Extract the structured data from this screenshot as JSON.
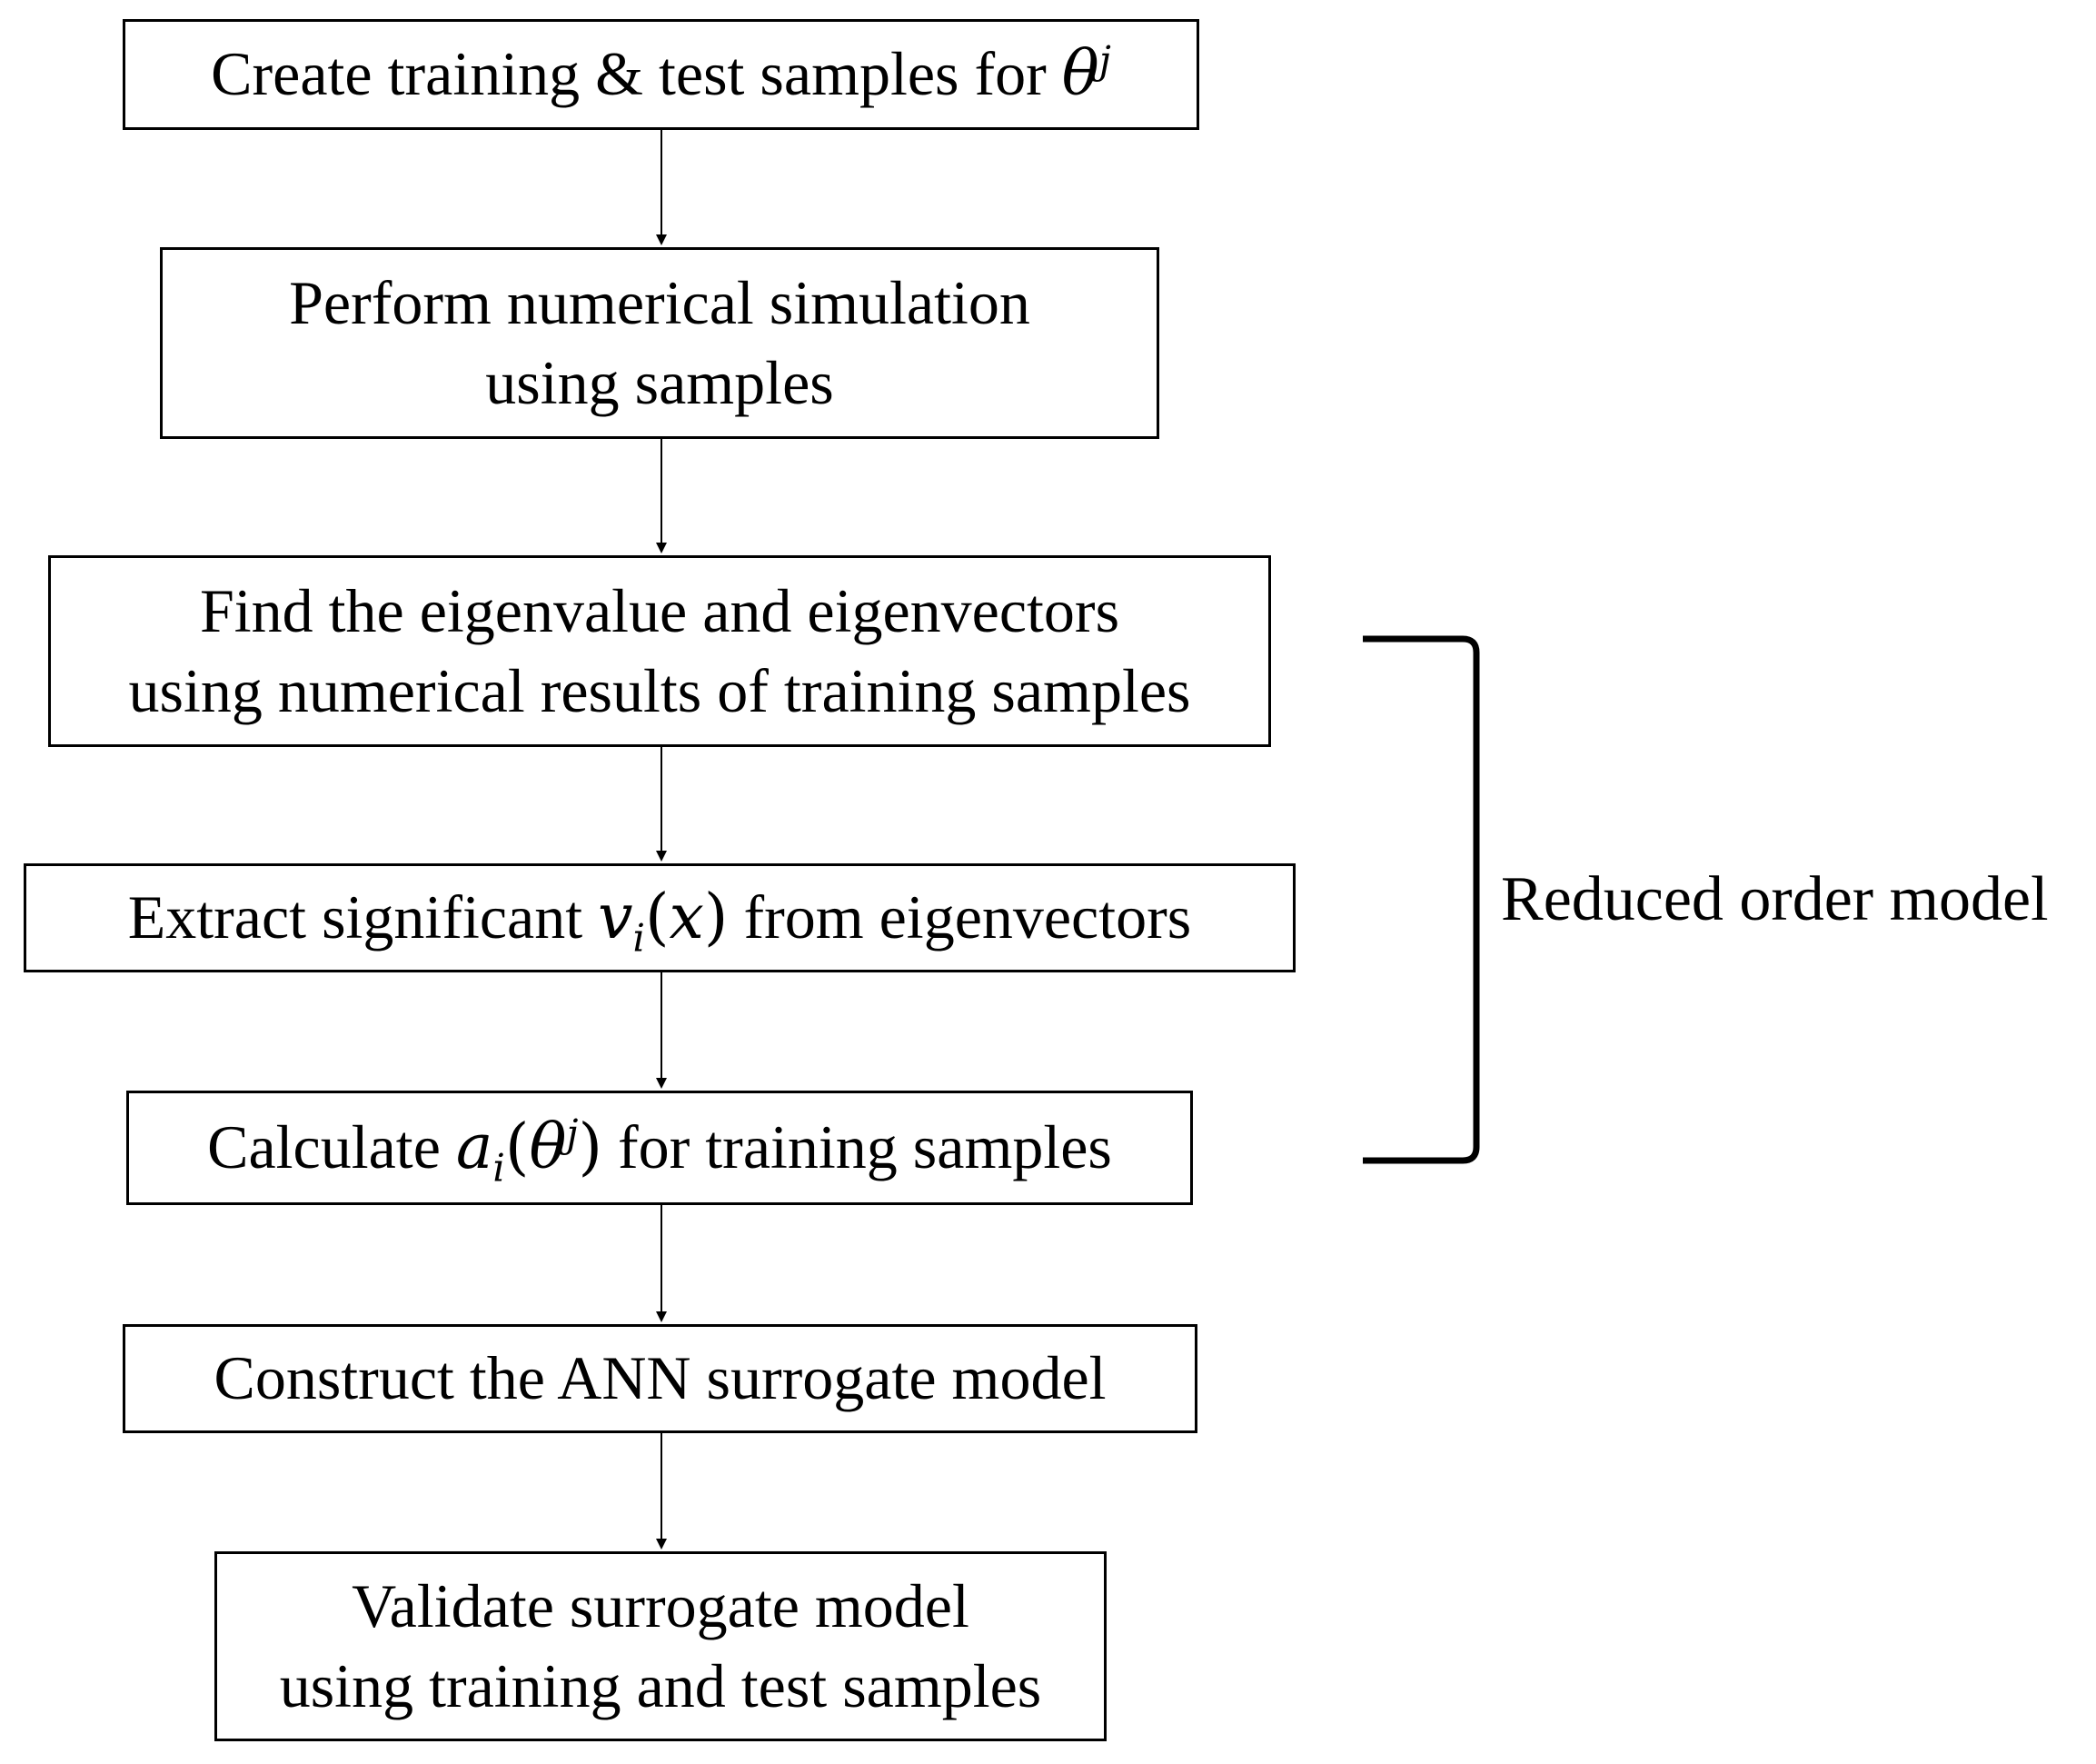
{
  "steps": [
    {
      "id": "create",
      "parts": [
        "Create training & test samples for "
      ]
    },
    {
      "id": "simulate",
      "lines": [
        "Perform numerical simulation",
        "using samples"
      ]
    },
    {
      "id": "eigen",
      "lines": [
        "Find the eigenvalue and eigenvectors",
        "using numerical results of training samples"
      ]
    },
    {
      "id": "extract",
      "pre": "Extract significant ",
      "post": " from eigenvectors"
    },
    {
      "id": "calculate",
      "pre": "Calculate ",
      "post": " for training samples"
    },
    {
      "id": "construct",
      "lines": [
        "Construct the ANN surrogate model"
      ]
    },
    {
      "id": "validate",
      "lines": [
        "Validate surrogate model",
        "using training and test samples"
      ]
    }
  ],
  "math": {
    "theta": "θ",
    "j": "j",
    "v": "v",
    "a": "a",
    "i": "i",
    "x": "x",
    "lparen": "(",
    "rparen": ")"
  },
  "bracket": {
    "label": "Reduced order model"
  }
}
